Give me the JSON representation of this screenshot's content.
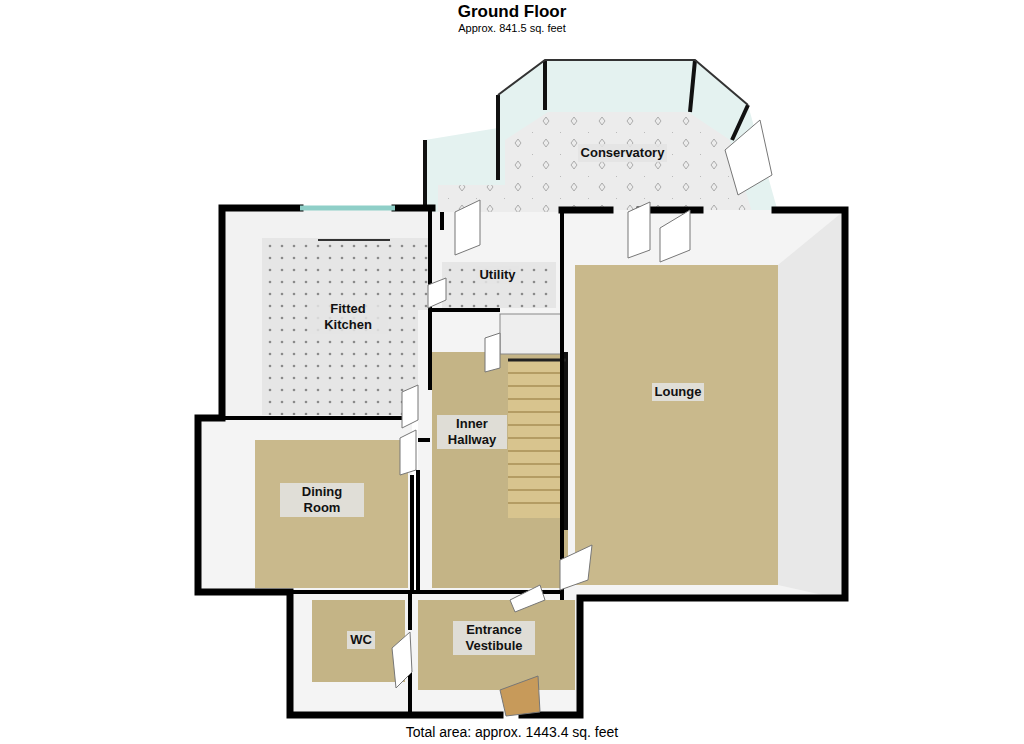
{
  "diagram": {
    "title": "Ground Floor",
    "caption": "Total area: approx. 1443.4 sq. feet",
    "nodes": [
      {
        "text": [
          "Conservatory"
        ]
      },
      {
        "text": [
          "Utility"
        ]
      },
      {
        "text": [
          "Fitted Kitchen"
        ]
      },
      {
        "text": [
          "Lounge"
        ]
      },
      {
        "text": [
          "Inner Hallway"
        ]
      },
      {
        "text": [
          "Dining Room"
        ]
      },
      {
        "text": [
          "WC"
        ]
      },
      {
        "text": [
          "Entrance Vestibule"
        ]
      }
    ],
    "labels": [
      "Approx. 841.5 sq. feet"
    ]
  }
}
